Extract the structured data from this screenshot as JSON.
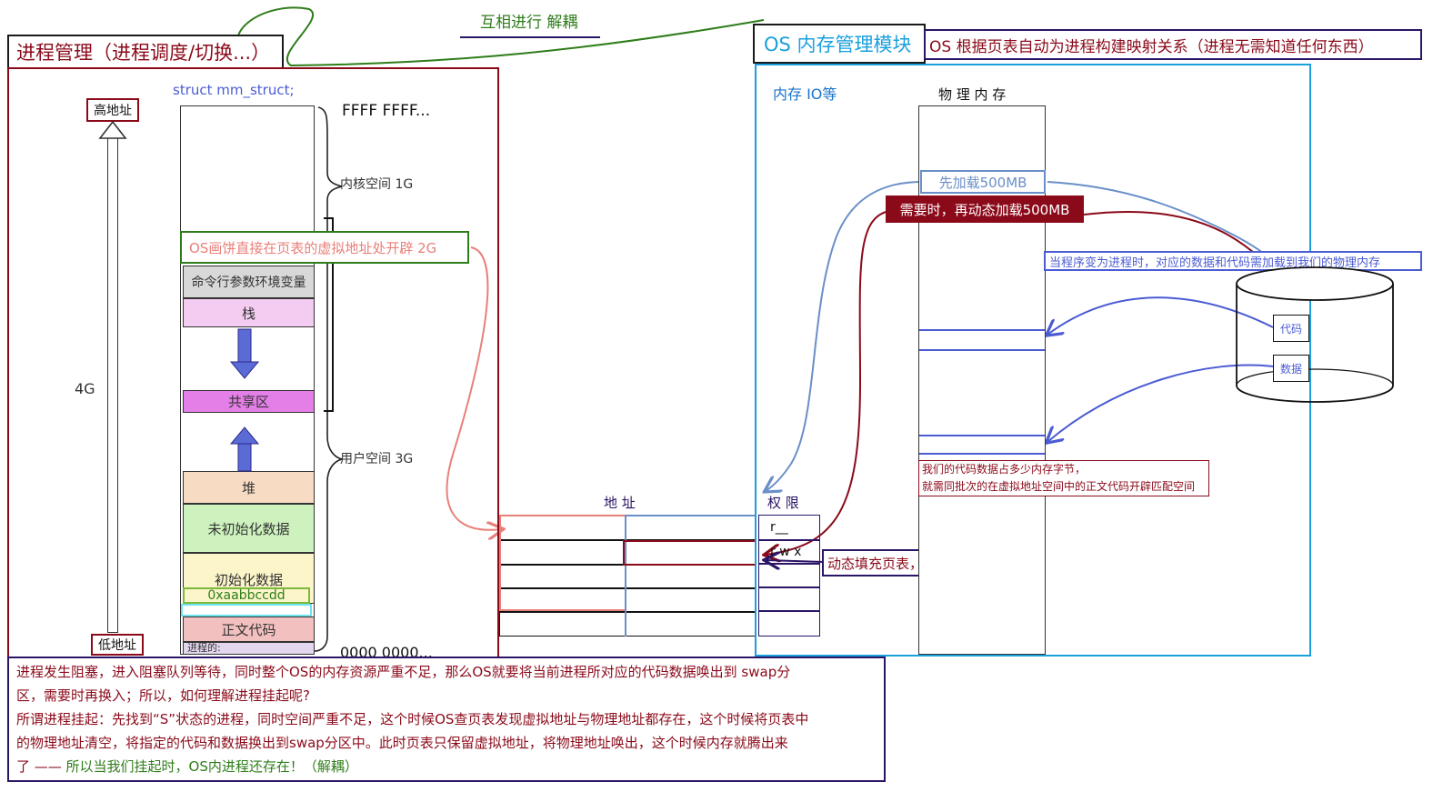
{
  "header": {
    "process_mgmt_title": "进程管理（进程调度/切换...）",
    "decouple_label": "互相进行 解耦",
    "os_memory_title": "OS 内存管理模块",
    "os_mapping_note": "OS 根据页表自动为进程构建映射关系（进程无需知道任何东西）"
  },
  "address_space": {
    "struct_label": "struct mm_struct;",
    "high_address_label": "高地址",
    "low_address_label": "低地址",
    "size_label": "4G",
    "top_address": "FFFF FFFF...",
    "bottom_address": "0000 0000...",
    "kernel_space_label": "内核空间 1G",
    "user_space_label": "用户空间 3G",
    "alloc_note": "OS画饼直接在页表的虚拟地址处开辟 2G",
    "segments": {
      "cmdline_env": "命令行参数环境变量",
      "stack": "栈",
      "shared": "共享区",
      "heap": "堆",
      "bss": "未初始化数据",
      "data": "初始化数据",
      "data_address": "0xaabbccdd",
      "text": "正文代码",
      "process_label": "进程的:"
    }
  },
  "page_table": {
    "address_header": "地 址",
    "permission_header": "权 限",
    "permissions": [
      "r__",
      "r w x",
      "",
      "",
      ""
    ],
    "update_note": "动态填充页表，更新映射关系"
  },
  "physical_memory": {
    "memory_io_label": "内存 IO等",
    "title": "物 理 内 存",
    "preload_label": "先加载500MB",
    "dynamic_load_label": "需要时，再动态加载500MB",
    "load_note": "当程序变为进程时，对应的数据和代码需加载到我们的物理内存",
    "disk_code_label": "代码",
    "disk_data_label": "数据",
    "size_note_line1": "我们的代码数据占多少内存字节，",
    "size_note_line2": "就需同批次的在虚拟地址空间中的正文代码开辟匹配空间"
  },
  "explanation": {
    "line1": "进程发生阻塞，进入阻塞队列等待，同时整个OS的内存资源严重不足，那么OS就要将当前进程所对应的代码数据唤出到 swap分",
    "line2": "区，需要时再换入；所以，如何理解进程挂起呢?",
    "line3": "所谓进程挂起：先找到“S”状态的进程，同时空间严重不足，这个时候OS查页表发现虚拟地址与物理地址都存在，这个时候将页表中",
    "line4": "的物理地址清空，将指定的代码和数据换出到swap分区中。此时页表只保留虚拟地址，将物理地址唤出，这个时候内存就腾出来",
    "line5_prefix": "了 —— ",
    "line5_highlight": "所以当我们挂起时，OS内进程还存在！（解耦）"
  },
  "colors": {
    "dark_red": "#8b0a1a",
    "purple_border": "#2a1566",
    "cyan_border": "#1aa0dc",
    "green": "#2e7d1a",
    "pink_stack": "#f4ccf2",
    "magenta_shared": "#e57fe8",
    "heap_tan": "#f7dcc3",
    "bss_green": "#cdf2bd",
    "data_yellow": "#fbf5c9",
    "text_pink": "#f3c0c0",
    "arrow_blue": "#4a5bd4"
  }
}
